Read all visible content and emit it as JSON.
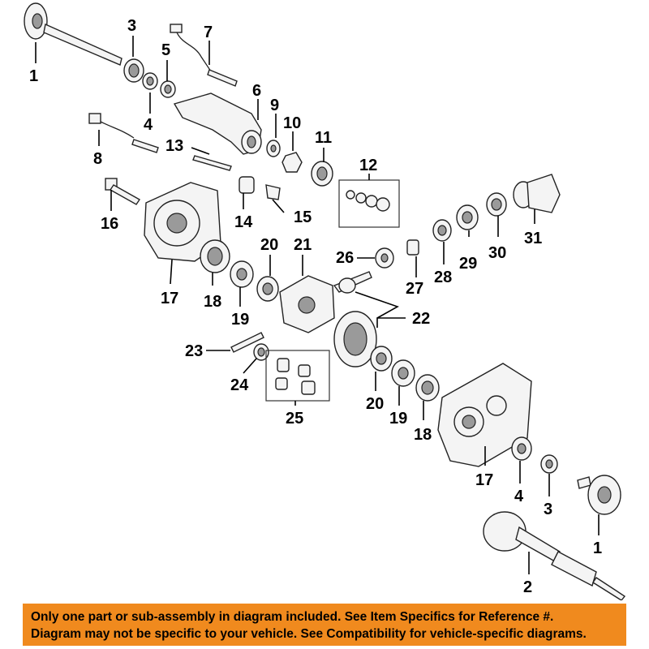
{
  "callouts": {
    "c1a": "1",
    "c1b": "1",
    "c2": "2",
    "c3a": "3",
    "c3b": "3",
    "c4a": "4",
    "c4b": "4",
    "c5": "5",
    "c6": "6",
    "c7": "7",
    "c8": "8",
    "c9": "9",
    "c10": "10",
    "c11": "11",
    "c12": "12",
    "c13": "13",
    "c14": "14",
    "c15": "15",
    "c16": "16",
    "c17a": "17",
    "c17b": "17",
    "c18a": "18",
    "c18b": "18",
    "c19a": "19",
    "c19b": "19",
    "c20a": "20",
    "c20b": "20",
    "c21": "21",
    "c22": "22",
    "c23": "23",
    "c24": "24",
    "c25": "25",
    "c26": "26",
    "c27": "27",
    "c28": "28",
    "c29": "29",
    "c30": "30",
    "c31": "31"
  },
  "notice": {
    "line1": "Only one part or sub-assembly in diagram included. See Item Specifics for Reference #.",
    "line2": "Diagram may not be specific to your vehicle. See Compatibility for vehicle-specific diagrams."
  },
  "colors": {
    "notice_bg": "#f08a1e",
    "ink": "#000000"
  }
}
